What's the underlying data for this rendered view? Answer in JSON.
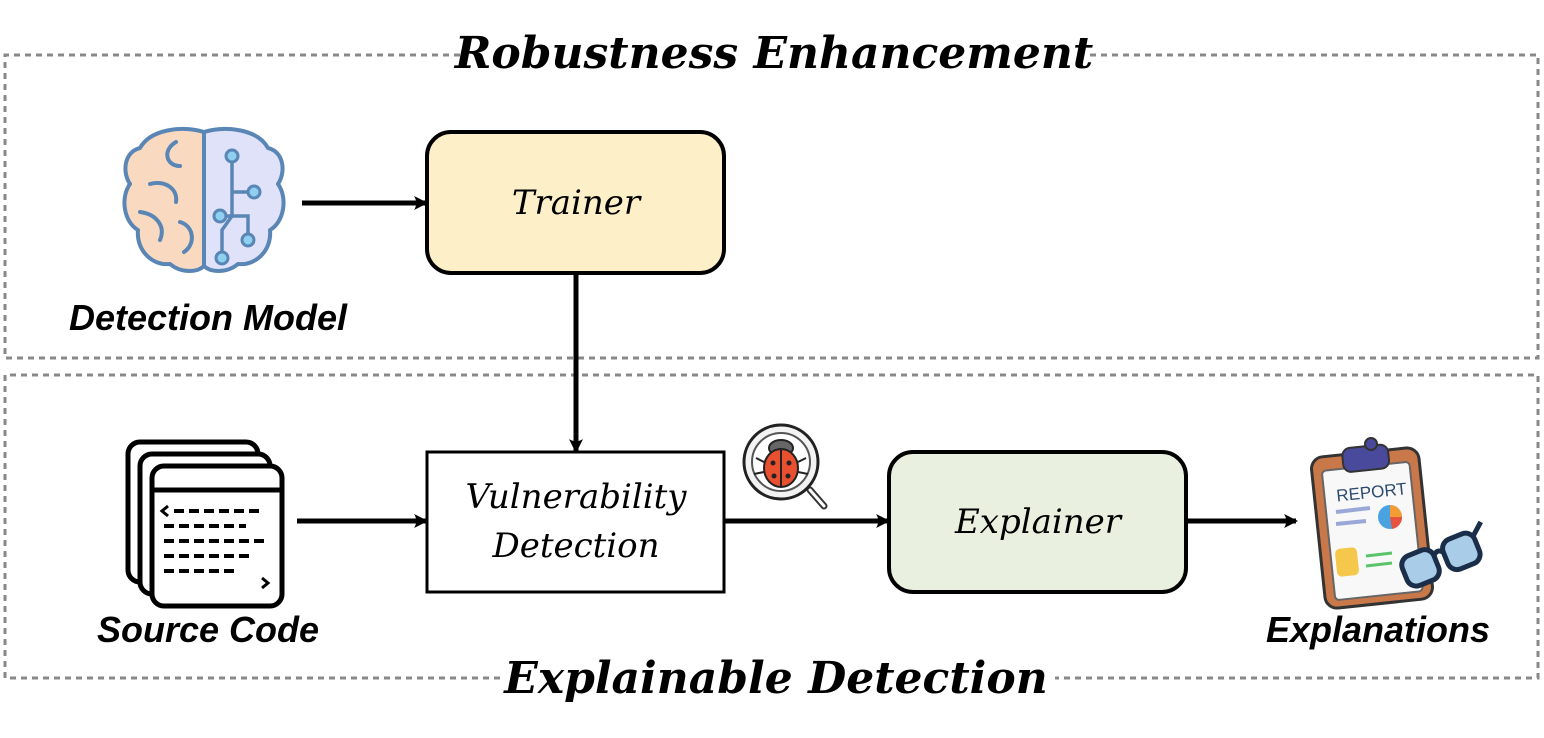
{
  "sections": {
    "robustness": "Robustness Enhancement",
    "explainable": "Explainable Detection"
  },
  "nodes": {
    "trainer": "Trainer",
    "vuln_line1": "Vulnerability",
    "vuln_line2": "Detection",
    "explainer": "Explainer"
  },
  "captions": {
    "detection_model": "Detection Model",
    "source_code": "Source Code",
    "explanations": "Explanations"
  },
  "report_icon_text": "REPORT",
  "colors": {
    "trainer_fill": "#fdf0c9",
    "explainer_fill": "#e9f0df",
    "vuln_fill": "#ffffff",
    "dashed_border": "#888888",
    "brain_left": "#f9d9c0",
    "brain_right": "#dfe2f8",
    "brain_stroke": "#5a86b5"
  },
  "icons": {
    "brain": "brain-circuit-icon",
    "source": "source-code-files-icon",
    "bug": "bug-magnifier-icon",
    "report": "report-clipboard-glasses-icon"
  }
}
